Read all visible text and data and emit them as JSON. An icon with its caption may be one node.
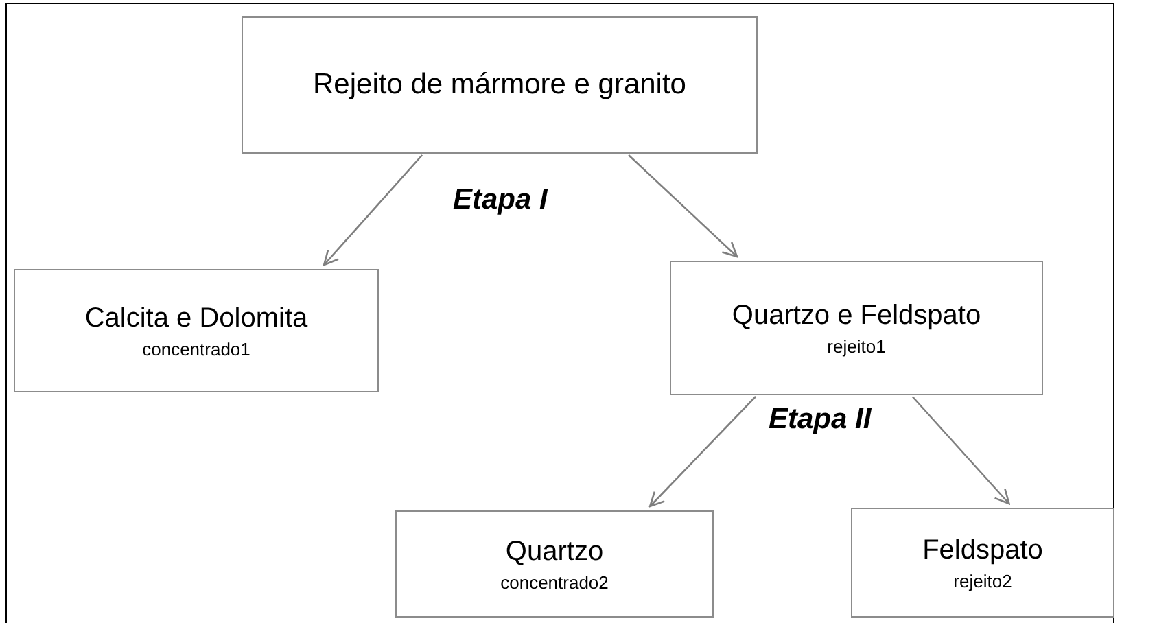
{
  "diagram": {
    "nodes": [
      {
        "text": [
          "Rejeito de mármore e granito"
        ]
      },
      {
        "text": [
          "Calcita e Dolomita",
          "concentrado1"
        ]
      },
      {
        "text": [
          "Quartzo e Feldspato",
          "rejeito1"
        ]
      },
      {
        "text": [
          "Quartzo",
          "concentrado2"
        ]
      },
      {
        "text": [
          "Feldspato",
          "rejeito2"
        ]
      }
    ],
    "edges": [
      {
        "from": 0,
        "to": 1,
        "arrow": "to"
      },
      {
        "from": 0,
        "to": 2,
        "arrow": "to"
      },
      {
        "from": 2,
        "to": 3,
        "arrow": "to"
      },
      {
        "from": 2,
        "to": 4,
        "arrow": "to"
      }
    ],
    "labels": [
      "Etapa I",
      "Etapa II"
    ]
  }
}
